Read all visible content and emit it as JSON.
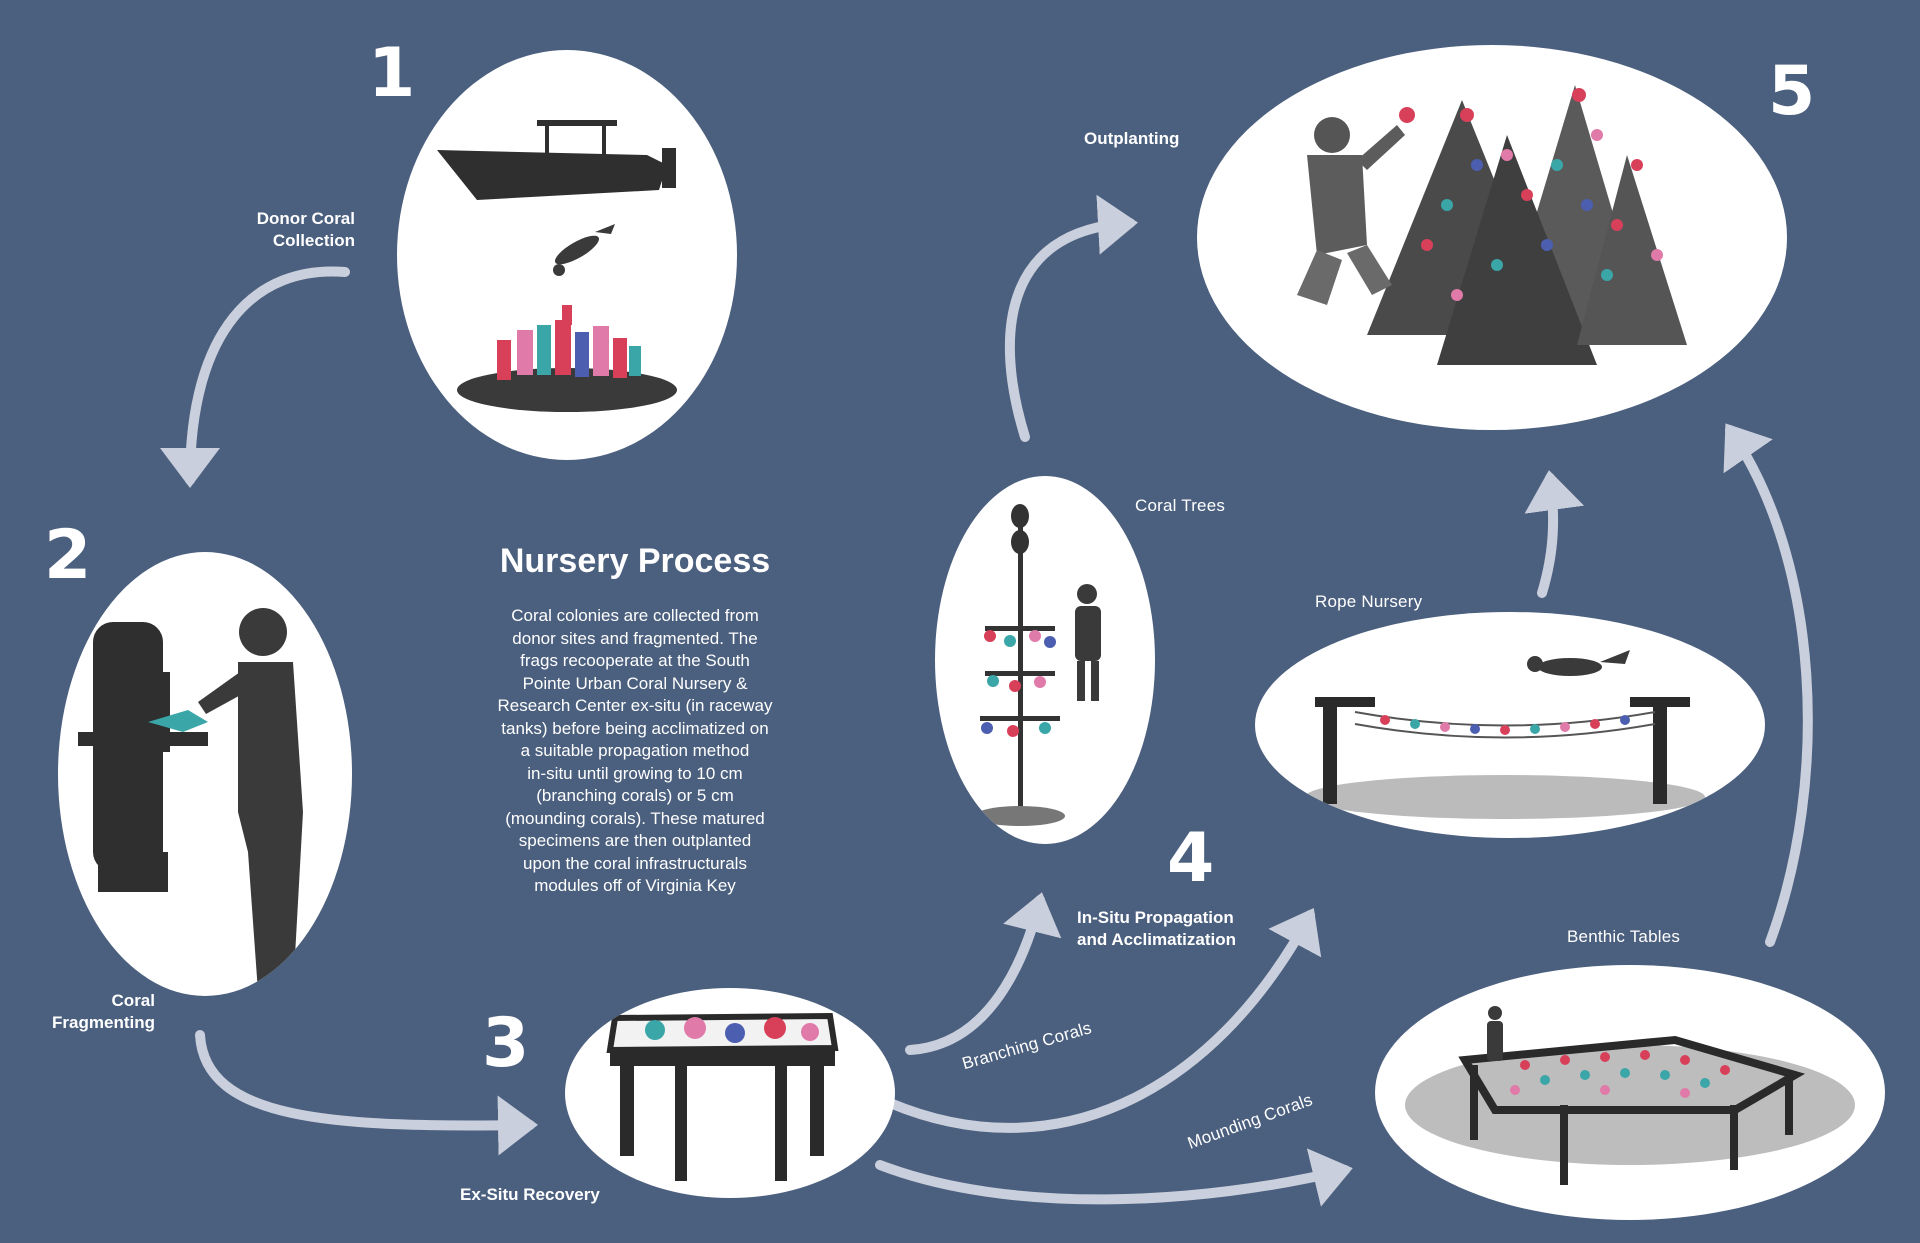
{
  "title": "Nursery Process",
  "description_lines": [
    "Coral colonies are collected from",
    "donor sites and fragmented.  The",
    "frags recooperate at the South",
    "Pointe Urban Coral Nursery &",
    "Research Center ex-situ (in raceway",
    "tanks) before being acclimatized on",
    "a suitable propagation method",
    "in-situ until growing to 10 cm",
    "(branching corals) or 5 cm",
    "(mounding corals).  These matured",
    "specimens are then outplanted",
    "upon the coral infrastructurals",
    "modules off of Virginia Key"
  ],
  "steps": {
    "s1": {
      "number": "1",
      "label": "Donor Coral\nCollection"
    },
    "s2": {
      "number": "2",
      "label": "Coral\nFragmenting"
    },
    "s3": {
      "number": "3",
      "label": "Ex-Situ Recovery"
    },
    "s4": {
      "number": "4",
      "label": "In-Situ Propagation\nand Acclimatization"
    },
    "s5": {
      "number": "5",
      "label": "Outplanting"
    }
  },
  "methods": {
    "coral_trees": "Coral Trees",
    "rope_nursery": "Rope Nursery",
    "benthic_tables": "Benthic Tables",
    "branching_corals": "Branching Corals",
    "mounding_corals": "Mounding Corals"
  },
  "colors": {
    "background": "#4b5f7e",
    "arrow": "#c9cfdc",
    "silhouette": "#3a3a3a",
    "coral_red": "#d8405a",
    "coral_teal": "#3aa6a8",
    "coral_blue": "#4c5eb0",
    "coral_pink": "#e07aa8"
  }
}
